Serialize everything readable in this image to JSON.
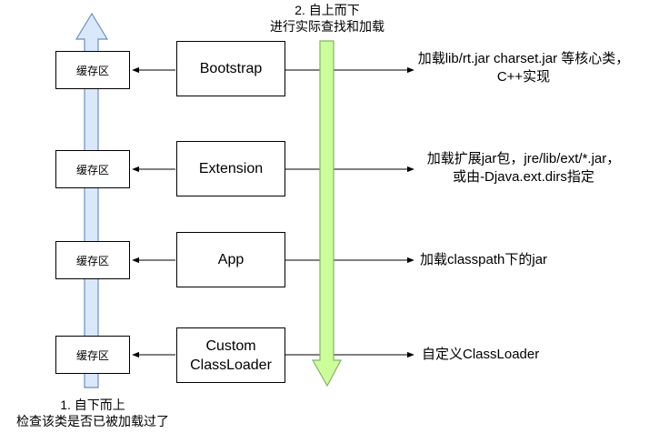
{
  "colors": {
    "up_arrow_fill": "#dae8fc",
    "up_arrow_stroke": "#6c8ebf",
    "down_arrow_fill": "#ccff99",
    "down_arrow_stroke": "#82b366",
    "line": "#000000"
  },
  "loaders": [
    {
      "label": "Bootstrap",
      "cache": "缓存区",
      "desc_line1": "加载lib/rt.jar charset.jar 等核心类，",
      "desc_line2": "C++实现"
    },
    {
      "label": "Extension",
      "cache": "缓存区",
      "desc_line1": "加载扩展jar包，jre/lib/ext/*.jar，",
      "desc_line2": "或由-Djava.ext.dirs指定"
    },
    {
      "label": "App",
      "cache": "缓存区",
      "desc_line1": "加载classpath下的jar",
      "desc_line2": ""
    },
    {
      "label_line1": "Custom",
      "label_line2": "ClassLoader",
      "cache": "缓存区",
      "desc_line1": "自定义ClassLoader",
      "desc_line2": ""
    }
  ],
  "top_note": {
    "line1": "2. 自上而下",
    "line2": "进行实际查找和加载"
  },
  "bottom_note": {
    "line1": "1. 自下而上",
    "line2": "检查该类是否已被加载过了"
  }
}
